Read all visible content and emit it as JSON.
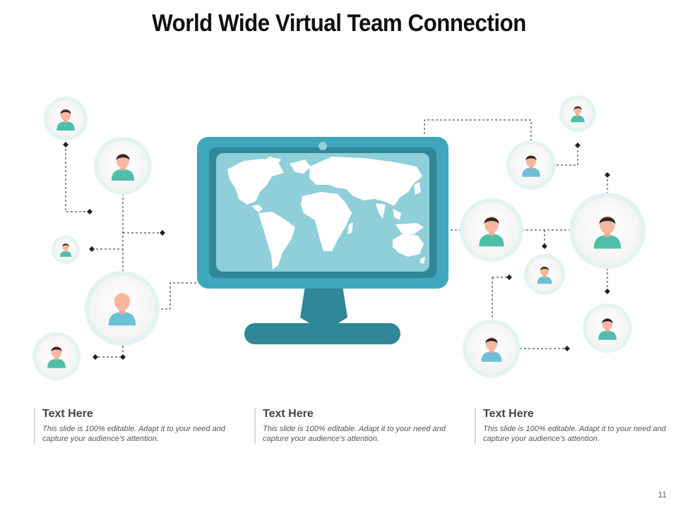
{
  "title": "World Wide Virtual Team Connection",
  "text_blocks": [
    {
      "heading": "Text Here",
      "body": "This slide is 100% editable. Adapt it to your need and capture your audience’s attention."
    },
    {
      "heading": "Text Here",
      "body": "This slide is 100% editable. Adapt it to your need and capture your audience’s attention."
    },
    {
      "heading": "Text Here",
      "body": "This slide is 100% editable. Adapt it to your need and capture your audience’s attention."
    }
  ],
  "page_number": "11",
  "colors": {
    "monitor_frame": "#3fa7bd",
    "monitor_inner": "#2f8797",
    "screen": "#8ecfd9",
    "stand": "#2f8797",
    "avatar_ring": "#e3f3f1",
    "skin": "#f6b79f",
    "hair": "#3a2e2e",
    "shirt_teal": "#4ebfa8",
    "shirt_blue": "#6cc0d8",
    "connector": "#222222"
  },
  "icons": [
    "world-map-icon",
    "person-icon"
  ]
}
